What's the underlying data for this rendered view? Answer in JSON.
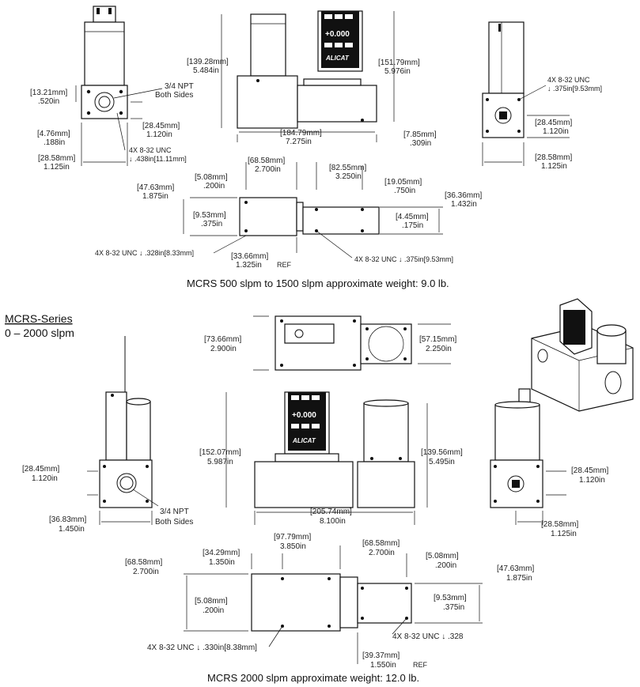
{
  "series": {
    "title": "MCRS-Series",
    "range": "0 – 2000 slpm"
  },
  "captions": {
    "small_unit": "MCRS 500 slpm to 1500 slpm approximate weight: 9.0 lb.",
    "large_unit": "MCRS 2000 slpm approximate weight: 12.0 lb."
  },
  "small_unit": {
    "front": {
      "width_mm": "[28.58mm]",
      "width_in": "1.125in",
      "port_h_mm": "[28.45mm]",
      "port_h_in": "1.120in",
      "top_off_mm": "[13.21mm]",
      "top_off_in": ".520in",
      "side_off_mm": "[4.76mm]",
      "side_off_in": ".188in",
      "npt_1": "3/4 NPT",
      "npt_2": "Both Sides",
      "thread_1": "4X 8-32 UNC",
      "thread_2": "↓ .438in[11.11mm]"
    },
    "side": {
      "height_mm": "[139.28mm]",
      "height_in": "5.484in",
      "overall_h_mm": "[151.79mm]",
      "overall_h_in": "5.976in",
      "length_mm": "[184.79mm]",
      "length_in": "7.275in",
      "foot_mm": "[7.85mm]",
      "foot_in": ".309in"
    },
    "right": {
      "thread_1": "4X 8-32 UNC",
      "thread_2": "↓ .375in[9.53mm]",
      "port_h_mm": "[28.45mm]",
      "port_h_in": "1.120in",
      "width_mm": "[28.58mm]",
      "width_in": "1.125in"
    },
    "bottom": {
      "d1_mm": "[5.08mm]",
      "d1_in": ".200in",
      "d2_mm": "[68.58mm]",
      "d2_in": "2.700in",
      "d3_mm": "[82.55mm]",
      "d3_in": "3.250in",
      "d4_mm": "[19.05mm]",
      "d4_in": ".750in",
      "d5_mm": "[47.63mm]",
      "d5_in": "1.875in",
      "d6_mm": "[36.36mm]",
      "d6_in": "1.432in",
      "d7_mm": "[9.53mm]",
      "d7_in": ".375in",
      "d8_mm": "[4.45mm]",
      "d8_in": ".175in",
      "d9_mm": "[33.66mm]",
      "d9_in": "1.325in",
      "ref": "REF",
      "thread_a": "4X 8-32 UNC  ↓ .328in[8.33mm]",
      "thread_b": "4X 8-32 UNC  ↓ .375in[9.53mm]"
    }
  },
  "large_unit": {
    "top": {
      "h1_mm": "[73.66mm]",
      "h1_in": "2.900in",
      "h2_mm": "[57.15mm]",
      "h2_in": "2.250in"
    },
    "front": {
      "port_h_mm": "[28.45mm]",
      "port_h_in": "1.120in",
      "width_mm": "[36.83mm]",
      "width_in": "1.450in",
      "npt_1": "3/4 NPT",
      "npt_2": "Both Sides"
    },
    "side": {
      "height_mm": "[152.07mm]",
      "height_in": "5.987in",
      "height2_mm": "[139.56mm]",
      "height2_in": "5.495in",
      "length_mm": "[205.74mm]",
      "length_in": "8.100in"
    },
    "right": {
      "port_h_mm": "[28.45mm]",
      "port_h_in": "1.120in",
      "width_mm": "[28.58mm]",
      "width_in": "1.125in"
    },
    "bottom": {
      "a_mm": "[97.79mm]",
      "a_in": "3.850in",
      "b_mm": "[34.29mm]",
      "b_in": "1.350in",
      "c_mm": "[68.58mm]",
      "c_in": "2.700in",
      "d_mm": "[68.58mm]",
      "d_in": "2.700in",
      "e_mm": "[5.08mm]",
      "e_in": ".200in",
      "f_mm": "[47.63mm]",
      "f_in": "1.875in",
      "g_mm": "[5.08mm]",
      "g_in": ".200in",
      "h_mm": "[9.53mm]",
      "h_in": ".375in",
      "i_mm": "[39.37mm]",
      "i_in": "1.550in",
      "ref": "REF",
      "thread_a": "4X 8-32 UNC    ↓ .330in[8.38mm]",
      "thread_b": "4X 8-32 UNC    ↓ .328"
    }
  },
  "display": {
    "reading": "+0.000",
    "brand": "ALICAT"
  }
}
